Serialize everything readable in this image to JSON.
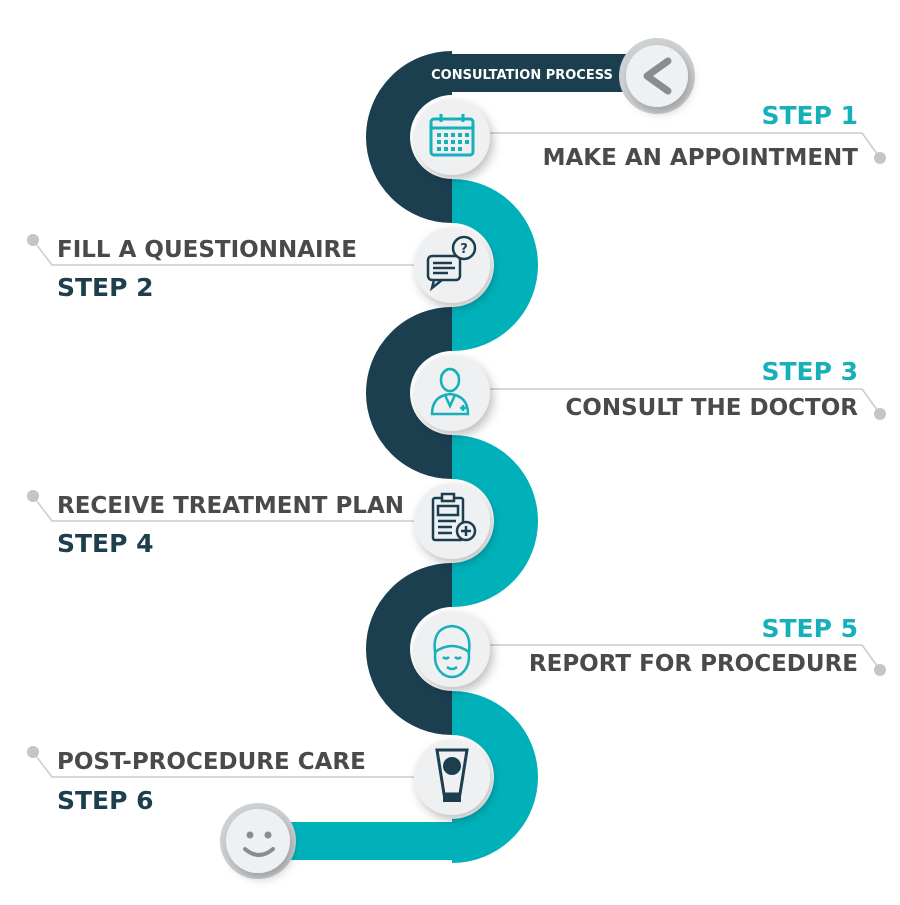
{
  "header": {
    "title": "CONSULTATION PROCESS",
    "back_icon": "chevron-left-icon"
  },
  "colors": {
    "dark": "#1b3f4f",
    "teal": "#00b1ba",
    "text": "#4a4a4a"
  },
  "steps": [
    {
      "step": "STEP 1",
      "title": "MAKE AN APPOINTMENT",
      "icon": "calendar-icon"
    },
    {
      "step": "STEP 2",
      "title": "FILL A QUESTIONNAIRE",
      "icon": "chat-question-icon"
    },
    {
      "step": "STEP 3",
      "title": "CONSULT THE DOCTOR",
      "icon": "doctor-icon"
    },
    {
      "step": "STEP 4",
      "title": "RECEIVE TREATMENT PLAN",
      "icon": "clipboard-plus-icon"
    },
    {
      "step": "STEP 5",
      "title": "REPORT FOR PROCEDURE",
      "icon": "face-towel-icon"
    },
    {
      "step": "STEP 6",
      "title": "POST-PROCEDURE CARE",
      "icon": "cream-tube-icon"
    }
  ],
  "end_icon": "smiley-icon"
}
